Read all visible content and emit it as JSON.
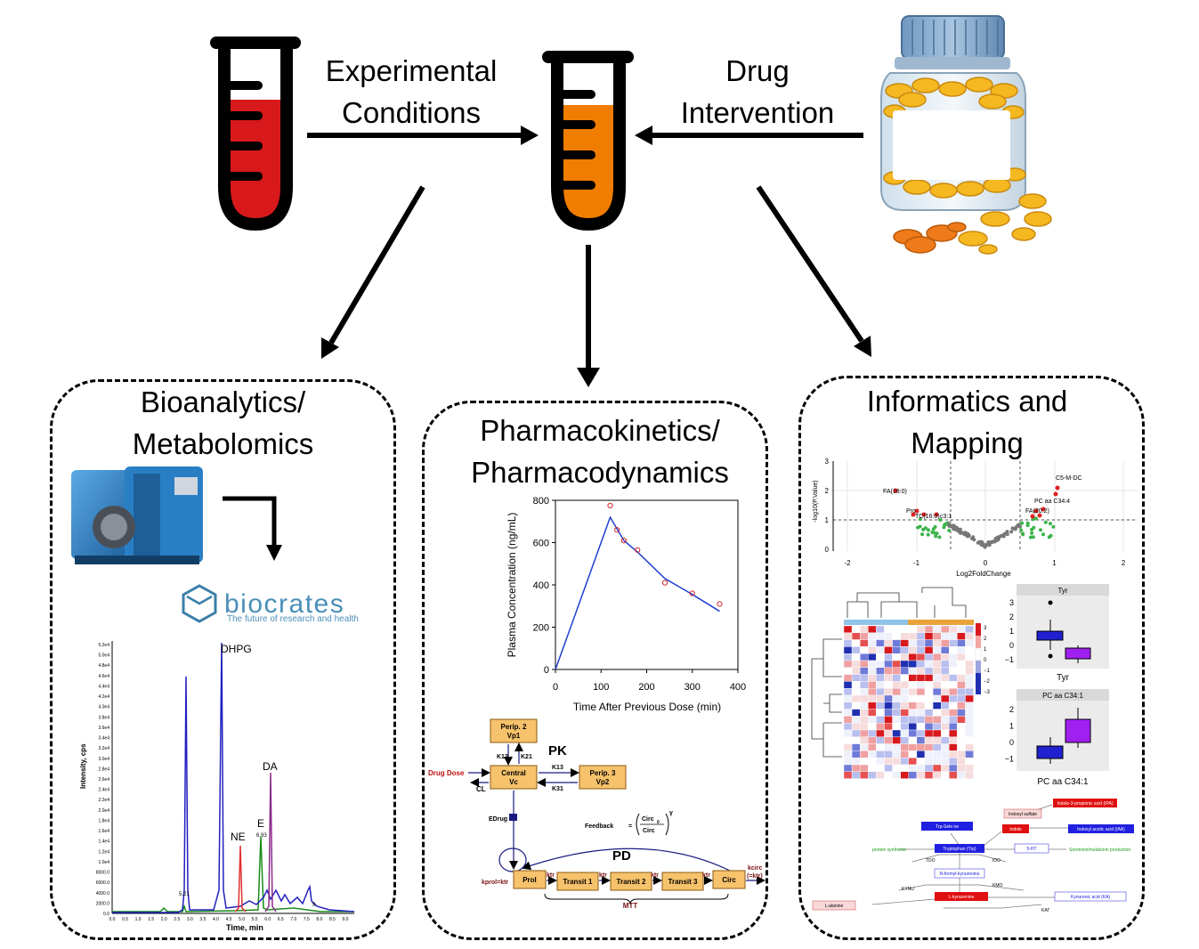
{
  "top": {
    "experimental_label_line1": "Experimental",
    "experimental_label_line2": "Conditions",
    "drug_label_line1": "Drug",
    "drug_label_line2": "Intervention"
  },
  "panels": {
    "bioanalytics": {
      "title_line1": "Bioanalytics/",
      "title_line2": "Metabolomics",
      "brand_name": "biocrates",
      "brand_tagline": "The future of research and health",
      "chromatogram": {
        "y_ticks": [
          "5.2e4",
          "5.0e4",
          "4.8e4",
          "4.6e4",
          "4.4e4",
          "4.2e4",
          "4.0e4",
          "3.8e4",
          "3.6e4",
          "3.4e4",
          "3.2e4",
          "3.0e4",
          "2.8e4",
          "2.6e4",
          "2.4e4",
          "2.2e4",
          "2.0e4",
          "1.8e4",
          "1.6e4",
          "1.4e4",
          "1.2e4",
          "1.0e4",
          "8000.0",
          "6000.0",
          "4000.0",
          "2000.0",
          "0.0"
        ],
        "x_ticks": [
          "0.0",
          "0.5",
          "1.0",
          "1.5",
          "2.0",
          "2.5",
          "3.0",
          "3.5",
          "4.0",
          "4.5",
          "5.0",
          "5.5",
          "6.0",
          "6.5",
          "7.0",
          "7.5",
          "8.0",
          "8.5",
          "9.0"
        ],
        "ylabel": "Intensity, cps",
        "xlabel": "Time, min",
        "peaks": {
          "dhpg": "DHPG",
          "da": "DA",
          "ne": "NE",
          "e": "E",
          "e_time": "6.93",
          "first_time": "5.21",
          "last_time": "9"
        }
      }
    },
    "pkpd": {
      "title_line1": "Pharmacokinetics/",
      "title_line2": "Pharmacodynamics",
      "xlabel": "Time After Previous Dose (min)",
      "ylabel": "Plasma Concentration (ng/mL)",
      "x_ticks": [
        "0",
        "100",
        "200",
        "300",
        "400"
      ],
      "y_ticks": [
        "0",
        "200",
        "400",
        "600",
        "800"
      ],
      "model": {
        "pk_label": "PK",
        "pd_label": "PD",
        "perip2_line1": "Perip. 2",
        "perip2_line2": "Vp1",
        "perip3_line1": "Perip. 3",
        "perip3_line2": "Vp2",
        "central_line1": "Central",
        "central_line2": "Vc",
        "drug_dose": "Drug Dose",
        "cl": "CL",
        "k12": "K12",
        "k21": "K21",
        "k13": "K13",
        "k31": "K31",
        "edrug": "EDrug",
        "feedback": "Feedback",
        "feedback_eq": "=",
        "circ_top": "Circ",
        "circ_sub": "0",
        "circ_bottom": "Circ",
        "gamma": "γ",
        "kprol": "kprol=ktr",
        "prol": "Prol",
        "ktr": "ktr",
        "transit1": "Transit 1",
        "transit2": "Transit 2",
        "transit3": "Transit 3",
        "circ": "Circ",
        "kcirc": "kcirc",
        "kcirc2": "(=ktr)",
        "mtt": "MTT"
      }
    },
    "informatics": {
      "title_line1": "Informatics and",
      "title_line2": "Mapping",
      "volcano": {
        "xlabel": "Log2FoldChange",
        "ylabel": "-log10(P.Value)",
        "x_ticks": [
          "-2",
          "-1",
          "0",
          "1",
          "2"
        ],
        "y_ticks": [
          "0",
          "1",
          "2",
          "3"
        ],
        "labels": [
          "FA(18:0)",
          "Pro",
          "TC(16:0)",
          "c3:1",
          "C5-M-DC",
          "PC aa C34:4",
          "FA(20:2)"
        ]
      },
      "heatmap_legend": [
        "3",
        "2",
        "1",
        "0",
        "−1",
        "−2",
        "−3"
      ],
      "boxplot_tyr": {
        "title": "Tyr",
        "xlabel": "Tyr",
        "y_ticks": [
          "3",
          "2",
          "1",
          "0",
          "−1"
        ]
      },
      "boxplot_pc": {
        "title": "PC aa C34:1",
        "xlabel": "PC aa C34:1",
        "y_ticks": [
          "2",
          "1",
          "0",
          "−1"
        ]
      },
      "pathway": {
        "trp_selenium": "Trp-Sele ne",
        "indoxyl_sulfate": "Indoxyl sulfate",
        "indole": "Indole",
        "indole_propionic": "Indole-3-propionic acid (IPA)",
        "indoxyl_acetic": "Indoxyl acetic acid (IAA)",
        "protein_synthesis": "protein synthesis",
        "tryptophan": "Tryptophan (Trp)",
        "five_ht": "5-HT",
        "serotonin": "Serotonin/melatonin production",
        "tdo": "TDO",
        "ido": "IDO",
        "n_formyl": "N-formyl-kynurenine",
        "kynu": "KYNU",
        "kmo": "KMO",
        "kynurenine": "L-kynurenine",
        "l_alanine": "L-alanine",
        "kynurenic": "Kynurenic acid (KA)",
        "kat": "KAT"
      }
    }
  },
  "colors": {
    "red_tube": "#d7191c",
    "orange_tube": "#f07d00",
    "panel_border": "#000000",
    "chart_line": "#1f3fd0",
    "observed_points": "#d62728",
    "model_box": "#f6c26b"
  },
  "chart_data": [
    {
      "type": "line",
      "title": "",
      "xlabel": "Time After Previous Dose (min)",
      "ylabel": "Plasma Concentration (ng/mL)",
      "xlim": [
        0,
        400
      ],
      "ylim": [
        0,
        800
      ],
      "series": [
        {
          "x": [
            0,
            120,
            150,
            180,
            240,
            300,
            360
          ],
          "y": [
            0,
            720,
            610,
            555,
            430,
            355,
            275
          ]
        },
        {
          "x": [
            120,
            135,
            150,
            180,
            240,
            300,
            360
          ],
          "y": [
            775,
            660,
            610,
            565,
            410,
            360,
            310
          ]
        }
      ]
    }
  ]
}
